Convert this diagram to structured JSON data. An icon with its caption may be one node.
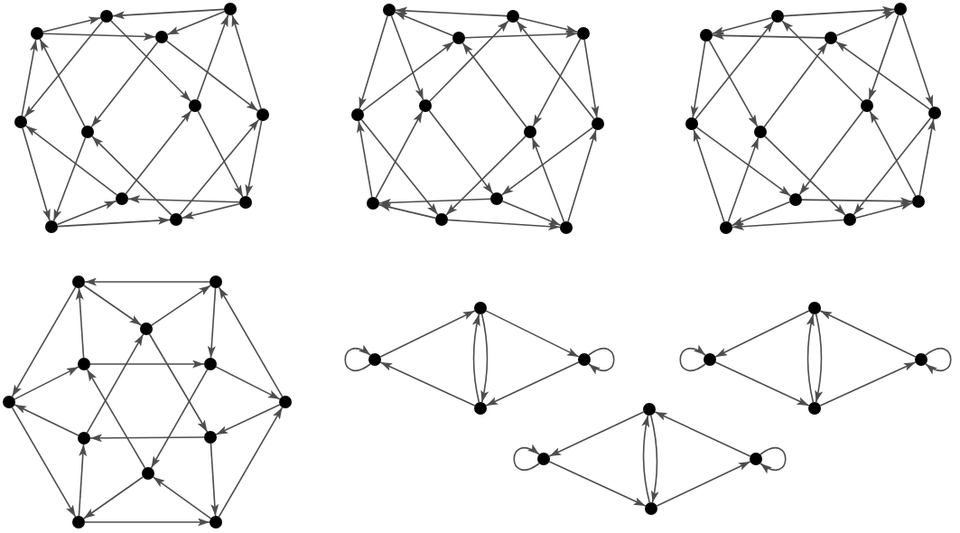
{
  "diagram": {
    "nodes": [
      {
        "text": [],
        "shape": "circle"
      },
      {
        "text": [],
        "shape": "circle"
      },
      {
        "text": [],
        "shape": "circle"
      },
      {
        "text": [],
        "shape": "circle"
      },
      {
        "text": [],
        "shape": "circle"
      },
      {
        "text": [],
        "shape": "circle"
      },
      {
        "text": [],
        "shape": "circle"
      },
      {
        "text": [],
        "shape": "circle"
      },
      {
        "text": [],
        "shape": "circle"
      },
      {
        "text": [],
        "shape": "circle"
      },
      {
        "text": [],
        "shape": "circle"
      },
      {
        "text": [],
        "shape": "circle"
      },
      {
        "text": [],
        "shape": "circle"
      },
      {
        "text": [],
        "shape": "circle"
      },
      {
        "text": [],
        "shape": "circle"
      },
      {
        "text": [],
        "shape": "circle"
      },
      {
        "text": [],
        "shape": "circle"
      },
      {
        "text": [],
        "shape": "circle"
      },
      {
        "text": [],
        "shape": "circle"
      },
      {
        "text": [],
        "shape": "circle"
      },
      {
        "text": [],
        "shape": "circle"
      },
      {
        "text": [],
        "shape": "circle"
      },
      {
        "text": [],
        "shape": "circle"
      },
      {
        "text": [],
        "shape": "circle"
      },
      {
        "text": [],
        "shape": "circle"
      },
      {
        "text": [],
        "shape": "circle"
      },
      {
        "text": [],
        "shape": "circle"
      },
      {
        "text": [],
        "shape": "circle"
      },
      {
        "text": [],
        "shape": "circle"
      },
      {
        "text": [],
        "shape": "circle"
      },
      {
        "text": [],
        "shape": "circle"
      },
      {
        "text": [],
        "shape": "circle"
      },
      {
        "text": [],
        "shape": "circle"
      },
      {
        "text": [],
        "shape": "circle"
      },
      {
        "text": [],
        "shape": "circle"
      },
      {
        "text": [],
        "shape": "circle"
      },
      {
        "text": [],
        "shape": "circle"
      },
      {
        "text": [],
        "shape": "circle"
      },
      {
        "text": [],
        "shape": "circle"
      },
      {
        "text": [],
        "shape": "circle"
      },
      {
        "text": [],
        "shape": "circle"
      },
      {
        "text": [],
        "shape": "circle"
      },
      {
        "text": [],
        "shape": "circle"
      },
      {
        "text": [],
        "shape": "circle"
      },
      {
        "text": [],
        "shape": "circle"
      },
      {
        "text": [],
        "shape": "circle"
      },
      {
        "text": [],
        "shape": "circle"
      },
      {
        "text": [],
        "shape": "circle"
      },
      {
        "text": [],
        "shape": "circle"
      },
      {
        "text": [],
        "shape": "circle"
      },
      {
        "text": [],
        "shape": "circle"
      },
      {
        "text": [],
        "shape": "circle"
      },
      {
        "text": [],
        "shape": "circle"
      },
      {
        "text": [],
        "shape": "circle"
      },
      {
        "text": [],
        "shape": "circle"
      },
      {
        "text": [],
        "shape": "circle"
      },
      {
        "text": [],
        "shape": "circle"
      },
      {
        "text": [],
        "shape": "circle"
      },
      {
        "text": [],
        "shape": "circle"
      },
      {
        "text": [],
        "shape": "circle"
      }
    ],
    "edges": [
      {
        "from": 0,
        "to": 1,
        "arrow": "to"
      },
      {
        "from": 0,
        "to": 3,
        "arrow": "to"
      },
      {
        "from": 2,
        "to": 1,
        "arrow": "to"
      },
      {
        "from": 2,
        "to": 3,
        "arrow": "to"
      },
      {
        "from": 1,
        "to": 4,
        "arrow": "to"
      },
      {
        "from": 1,
        "to": 6,
        "arrow": "to"
      },
      {
        "from": 3,
        "to": 5,
        "arrow": "to"
      },
      {
        "from": 3,
        "to": 7,
        "arrow": "to"
      },
      {
        "from": 4,
        "to": 0,
        "arrow": "to"
      },
      {
        "from": 5,
        "to": 0,
        "arrow": "to"
      },
      {
        "from": 6,
        "to": 2,
        "arrow": "to"
      },
      {
        "from": 7,
        "to": 2,
        "arrow": "to"
      },
      {
        "from": 4,
        "to": 10,
        "arrow": "to"
      },
      {
        "from": 5,
        "to": 10,
        "arrow": "to"
      },
      {
        "from": 8,
        "to": 4,
        "arrow": "to"
      },
      {
        "from": 11,
        "to": 5,
        "arrow": "to"
      },
      {
        "from": 8,
        "to": 6,
        "arrow": "to"
      },
      {
        "from": 11,
        "to": 7,
        "arrow": "to"
      },
      {
        "from": 6,
        "to": 9,
        "arrow": "to"
      },
      {
        "from": 7,
        "to": 9,
        "arrow": "to"
      },
      {
        "from": 10,
        "to": 8,
        "arrow": "to"
      },
      {
        "from": 10,
        "to": 11,
        "arrow": "to"
      },
      {
        "from": 9,
        "to": 8,
        "arrow": "to"
      },
      {
        "from": 9,
        "to": 11,
        "arrow": "to"
      },
      {
        "from": 13,
        "to": 12,
        "arrow": "to"
      },
      {
        "from": 14,
        "to": 12,
        "arrow": "to"
      },
      {
        "from": 13,
        "to": 15,
        "arrow": "to"
      },
      {
        "from": 14,
        "to": 15,
        "arrow": "to"
      },
      {
        "from": 12,
        "to": 16,
        "arrow": "to"
      },
      {
        "from": 12,
        "to": 17,
        "arrow": "to"
      },
      {
        "from": 16,
        "to": 14,
        "arrow": "to"
      },
      {
        "from": 17,
        "to": 13,
        "arrow": "to"
      },
      {
        "from": 18,
        "to": 14,
        "arrow": "to"
      },
      {
        "from": 19,
        "to": 13,
        "arrow": "to"
      },
      {
        "from": 15,
        "to": 18,
        "arrow": "to"
      },
      {
        "from": 15,
        "to": 19,
        "arrow": "to"
      },
      {
        "from": 21,
        "to": 16,
        "arrow": "to"
      },
      {
        "from": 21,
        "to": 17,
        "arrow": "to"
      },
      {
        "from": 16,
        "to": 22,
        "arrow": "to"
      },
      {
        "from": 17,
        "to": 20,
        "arrow": "to"
      },
      {
        "from": 18,
        "to": 22,
        "arrow": "to"
      },
      {
        "from": 19,
        "to": 20,
        "arrow": "to"
      },
      {
        "from": 23,
        "to": 18,
        "arrow": "to"
      },
      {
        "from": 23,
        "to": 19,
        "arrow": "to"
      },
      {
        "from": 20,
        "to": 21,
        "arrow": "to"
      },
      {
        "from": 22,
        "to": 21,
        "arrow": "to"
      },
      {
        "from": 20,
        "to": 23,
        "arrow": "to"
      },
      {
        "from": 22,
        "to": 23,
        "arrow": "to"
      },
      {
        "from": 24,
        "to": 25,
        "arrow": "to"
      },
      {
        "from": 27,
        "to": 25,
        "arrow": "to"
      },
      {
        "from": 24,
        "to": 26,
        "arrow": "to"
      },
      {
        "from": 27,
        "to": 26,
        "arrow": "to"
      },
      {
        "from": 26,
        "to": 28,
        "arrow": "to"
      },
      {
        "from": 26,
        "to": 29,
        "arrow": "to"
      },
      {
        "from": 28,
        "to": 24,
        "arrow": "to"
      },
      {
        "from": 29,
        "to": 27,
        "arrow": "to"
      },
      {
        "from": 30,
        "to": 24,
        "arrow": "to"
      },
      {
        "from": 31,
        "to": 27,
        "arrow": "to"
      },
      {
        "from": 25,
        "to": 30,
        "arrow": "to"
      },
      {
        "from": 25,
        "to": 31,
        "arrow": "to"
      },
      {
        "from": 34,
        "to": 28,
        "arrow": "to"
      },
      {
        "from": 34,
        "to": 29,
        "arrow": "to"
      },
      {
        "from": 28,
        "to": 32,
        "arrow": "to"
      },
      {
        "from": 29,
        "to": 35,
        "arrow": "to"
      },
      {
        "from": 30,
        "to": 32,
        "arrow": "to"
      },
      {
        "from": 31,
        "to": 35,
        "arrow": "to"
      },
      {
        "from": 33,
        "to": 30,
        "arrow": "to"
      },
      {
        "from": 33,
        "to": 31,
        "arrow": "to"
      },
      {
        "from": 32,
        "to": 33,
        "arrow": "to"
      },
      {
        "from": 35,
        "to": 33,
        "arrow": "to"
      },
      {
        "from": 32,
        "to": 34,
        "arrow": "to"
      },
      {
        "from": 35,
        "to": 34,
        "arrow": "to"
      },
      {
        "from": 37,
        "to": 36,
        "arrow": "to"
      },
      {
        "from": 36,
        "to": 38,
        "arrow": "to"
      },
      {
        "from": 38,
        "to": 37,
        "arrow": "to"
      },
      {
        "from": 36,
        "to": 41,
        "arrow": "to"
      },
      {
        "from": 39,
        "to": 36,
        "arrow": "to"
      },
      {
        "from": 37,
        "to": 40,
        "arrow": "to"
      },
      {
        "from": 42,
        "to": 37,
        "arrow": "to"
      },
      {
        "from": 41,
        "to": 39,
        "arrow": "to"
      },
      {
        "from": 39,
        "to": 40,
        "arrow": "to"
      },
      {
        "from": 38,
        "to": 44,
        "arrow": "to"
      },
      {
        "from": 40,
        "to": 42,
        "arrow": "to"
      },
      {
        "from": 40,
        "to": 45,
        "arrow": "to"
      },
      {
        "from": 43,
        "to": 38,
        "arrow": "to"
      },
      {
        "from": 45,
        "to": 39,
        "arrow": "to"
      },
      {
        "from": 43,
        "to": 41,
        "arrow": "to"
      },
      {
        "from": 44,
        "to": 43,
        "arrow": "to"
      },
      {
        "from": 42,
        "to": 44,
        "arrow": "to"
      },
      {
        "from": 41,
        "to": 46,
        "arrow": "to"
      },
      {
        "from": 46,
        "to": 43,
        "arrow": "to"
      },
      {
        "from": 44,
        "to": 47,
        "arrow": "to"
      },
      {
        "from": 45,
        "to": 46,
        "arrow": "to"
      },
      {
        "from": 47,
        "to": 45,
        "arrow": "to"
      },
      {
        "from": 46,
        "to": 47,
        "arrow": "to"
      },
      {
        "from": 47,
        "to": 42,
        "arrow": "to"
      },
      {
        "from": 48,
        "to": 48,
        "arrow": "to"
      },
      {
        "from": 48,
        "to": 49,
        "arrow": "to"
      },
      {
        "from": 49,
        "to": 50,
        "arrow": "to"
      },
      {
        "from": 50,
        "to": 51,
        "arrow": "to"
      },
      {
        "from": 51,
        "to": 48,
        "arrow": "to"
      },
      {
        "from": 49,
        "to": 51,
        "arrow": "to"
      },
      {
        "from": 51,
        "to": 49,
        "arrow": "to"
      },
      {
        "from": 50,
        "to": 50,
        "arrow": "to"
      },
      {
        "from": 52,
        "to": 52,
        "arrow": "to"
      },
      {
        "from": 53,
        "to": 52,
        "arrow": "to"
      },
      {
        "from": 52,
        "to": 55,
        "arrow": "to"
      },
      {
        "from": 55,
        "to": 54,
        "arrow": "to"
      },
      {
        "from": 54,
        "to": 53,
        "arrow": "to"
      },
      {
        "from": 55,
        "to": 53,
        "arrow": "to"
      },
      {
        "from": 53,
        "to": 55,
        "arrow": "to"
      },
      {
        "from": 54,
        "to": 54,
        "arrow": "to"
      },
      {
        "from": 56,
        "to": 56,
        "arrow": "to"
      },
      {
        "from": 57,
        "to": 56,
        "arrow": "to"
      },
      {
        "from": 56,
        "to": 59,
        "arrow": "to"
      },
      {
        "from": 59,
        "to": 58,
        "arrow": "to"
      },
      {
        "from": 58,
        "to": 57,
        "arrow": "to"
      },
      {
        "from": 59,
        "to": 57,
        "arrow": "to"
      },
      {
        "from": 57,
        "to": 59,
        "arrow": "to"
      },
      {
        "from": 58,
        "to": 58,
        "arrow": "to"
      }
    ]
  }
}
